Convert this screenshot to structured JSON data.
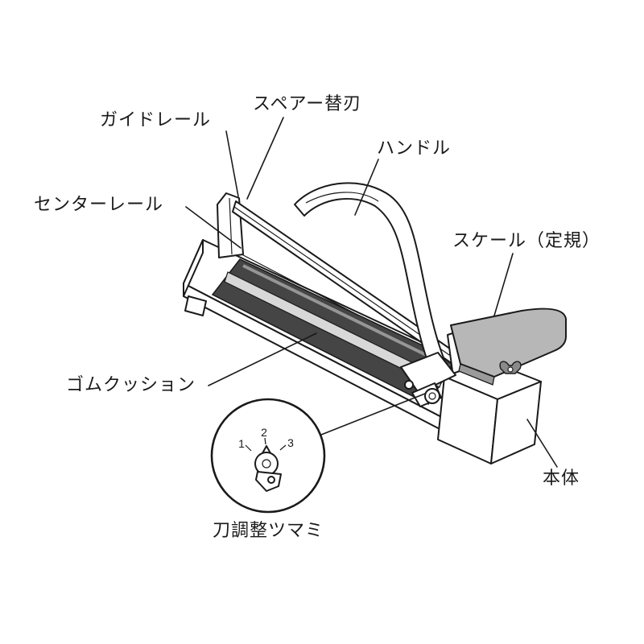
{
  "diagram": {
    "labels": {
      "guide_rail": "ガイドレール",
      "spare_blade": "スペアー替刃",
      "handle": "ハンドル",
      "center_rail": "センターレール",
      "scale": "スケール（定規）",
      "rubber_cushion": "ゴムクッション",
      "body": "本体",
      "blade_adjust_knob": "刀調整ツマミ"
    },
    "inset": {
      "marks": [
        "1",
        "2",
        "3"
      ]
    },
    "colors": {
      "line": "#1a1a1a",
      "mat": "#454545",
      "mat_stripe": "#d8d8d8",
      "mat_band": "#969696",
      "scale_plate": "#b7b7b7",
      "plate_edge": "#9a9a9a",
      "background": "#ffffff"
    }
  }
}
